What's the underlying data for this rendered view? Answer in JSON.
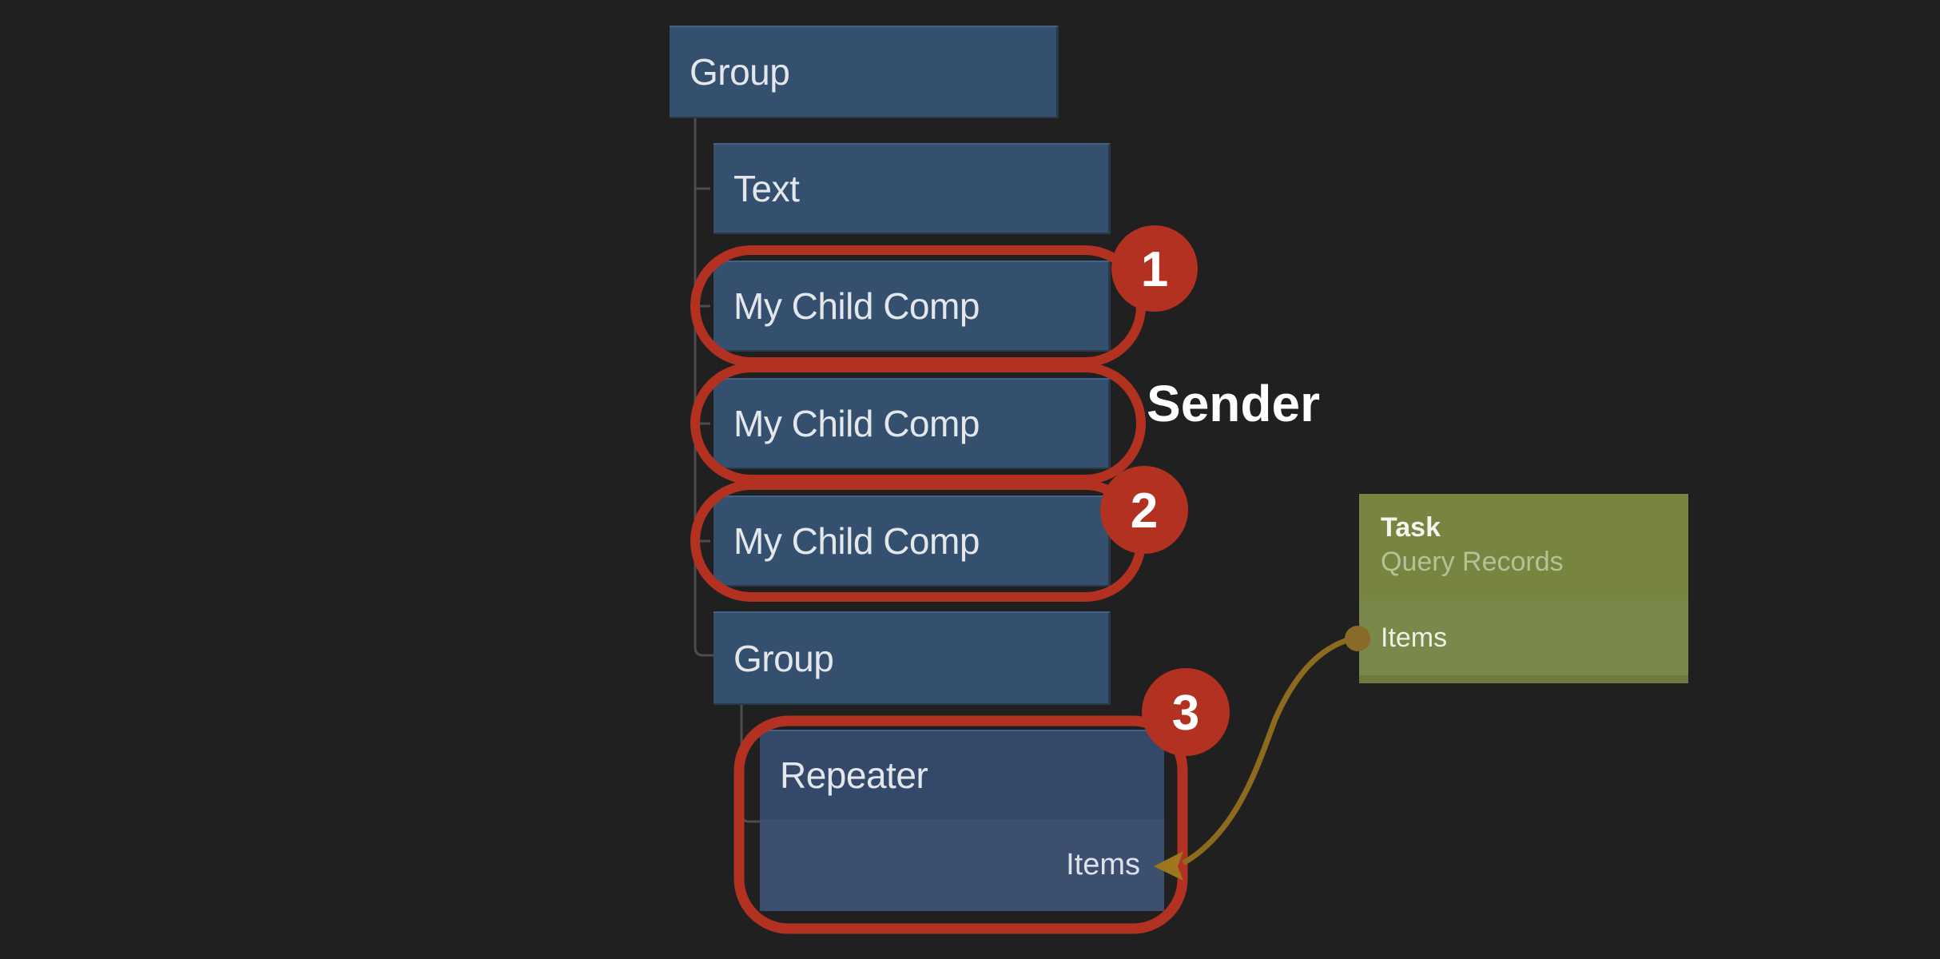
{
  "colors": {
    "background": "#212020",
    "node": "#35506e",
    "node_text": "#e3e7ec",
    "repeater_header": "#34496a",
    "repeater_body": "#3c4f6e",
    "task_header": "#778540",
    "task_body": "#7b884b",
    "task_subtitle": "#b5c197",
    "annotation": "#b23120",
    "connector": "#8c6a1e",
    "tree_line": "#4d4d4d"
  },
  "tree": {
    "nodes": [
      {
        "label": "Group"
      },
      {
        "label": "Text"
      },
      {
        "label": "My Child Comp"
      },
      {
        "label": "My Child Comp"
      },
      {
        "label": "My Child Comp"
      },
      {
        "label": "Group"
      },
      {
        "label": "Repeater"
      }
    ],
    "repeater_port_label": "Items"
  },
  "task_card": {
    "title": "Task",
    "subtitle": "Query Records",
    "port_label": "Items"
  },
  "annotations": {
    "badges": [
      "1",
      "2",
      "3"
    ],
    "sender_label": "Sender"
  }
}
